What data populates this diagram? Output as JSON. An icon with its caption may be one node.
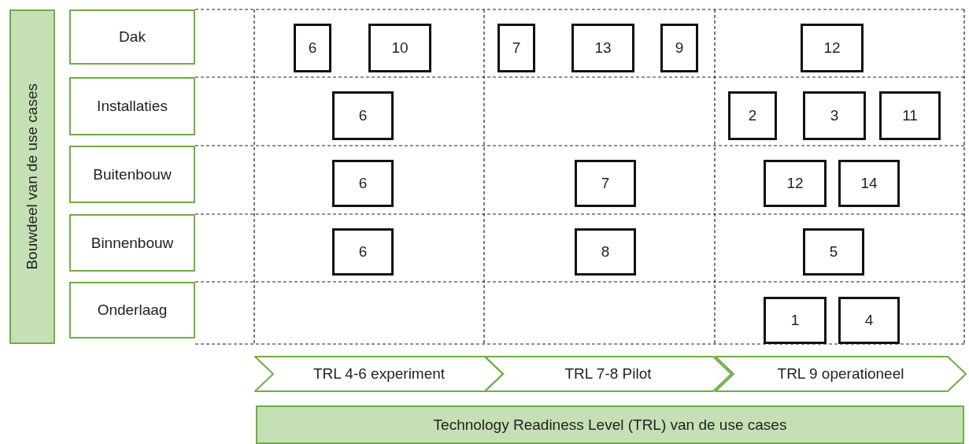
{
  "diagram": {
    "nodes": [
      {
        "text": [
          "Bouwdeel van de use cases"
        ]
      },
      {
        "text": [
          "Dak"
        ]
      },
      {
        "text": [
          "6"
        ]
      },
      {
        "text": [
          "10"
        ]
      },
      {
        "text": [
          "7"
        ]
      },
      {
        "text": [
          "13"
        ]
      },
      {
        "text": [
          "9"
        ]
      },
      {
        "text": [
          "12"
        ]
      },
      {
        "text": [
          "Installaties"
        ]
      },
      {
        "text": [
          "6"
        ]
      },
      {
        "text": [
          "2"
        ]
      },
      {
        "text": [
          "3"
        ]
      },
      {
        "text": [
          "11"
        ]
      },
      {
        "text": [
          "Buitenbouw"
        ]
      },
      {
        "text": [
          "6"
        ]
      },
      {
        "text": [
          "7"
        ]
      },
      {
        "text": [
          "12"
        ]
      },
      {
        "text": [
          "14"
        ]
      },
      {
        "text": [
          "Binnenbouw"
        ]
      },
      {
        "text": [
          "6"
        ]
      },
      {
        "text": [
          "8"
        ]
      },
      {
        "text": [
          "5"
        ]
      },
      {
        "text": [
          "Onderlaag"
        ]
      },
      {
        "text": [
          "1"
        ]
      },
      {
        "text": [
          "4"
        ]
      },
      {
        "text": [
          "TRL 4-6 experiment"
        ]
      },
      {
        "text": [
          "TRL 7-8 Pilot"
        ]
      },
      {
        "text": [
          "TRL 9 operationeel"
        ]
      },
      {
        "text": [
          "Technology Readiness Level (TRL) van de use cases"
        ]
      }
    ]
  }
}
